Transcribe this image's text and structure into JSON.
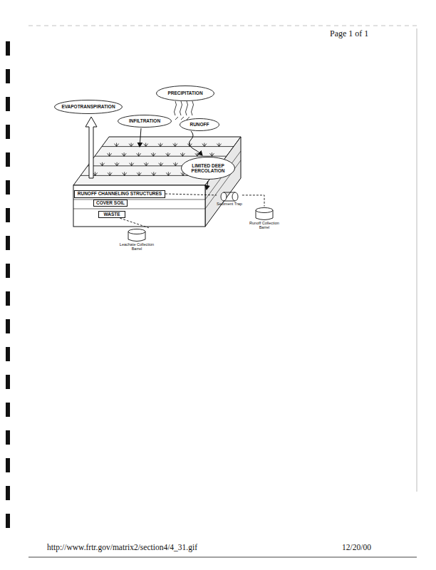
{
  "diagram": {
    "nodes": [
      {
        "text": [
          "PRECIPITATION"
        ]
      },
      {
        "text": [
          "EVAPOTRANSPIRATION"
        ]
      },
      {
        "text": [
          "INFILTRATION"
        ]
      },
      {
        "text": [
          "RUNOFF"
        ]
      },
      {
        "text": [
          "LIMITED DEEP PERCOLATION"
        ]
      },
      {
        "text": [
          "RUNOFF CHANNELING STRUCTURES"
        ]
      },
      {
        "text": [
          "COVER SOIL"
        ]
      },
      {
        "text": [
          "WASTE"
        ]
      },
      {
        "text": [
          "Sediment Trap"
        ]
      },
      {
        "text": [
          "Runoff Collection Barrel"
        ]
      },
      {
        "text": [
          "Leachate Collection Barrel"
        ]
      }
    ],
    "edges": [
      {
        "from": 5,
        "to": 8,
        "arrow": "none"
      },
      {
        "from": 8,
        "to": 9,
        "arrow": "none"
      },
      {
        "from": 7,
        "to": 10,
        "arrow": "none"
      }
    ],
    "labels": [
      "Page 1 of 1",
      "http://www.frtr.gov/matrix2/section4/4_31.gif",
      "12/20/00"
    ]
  }
}
